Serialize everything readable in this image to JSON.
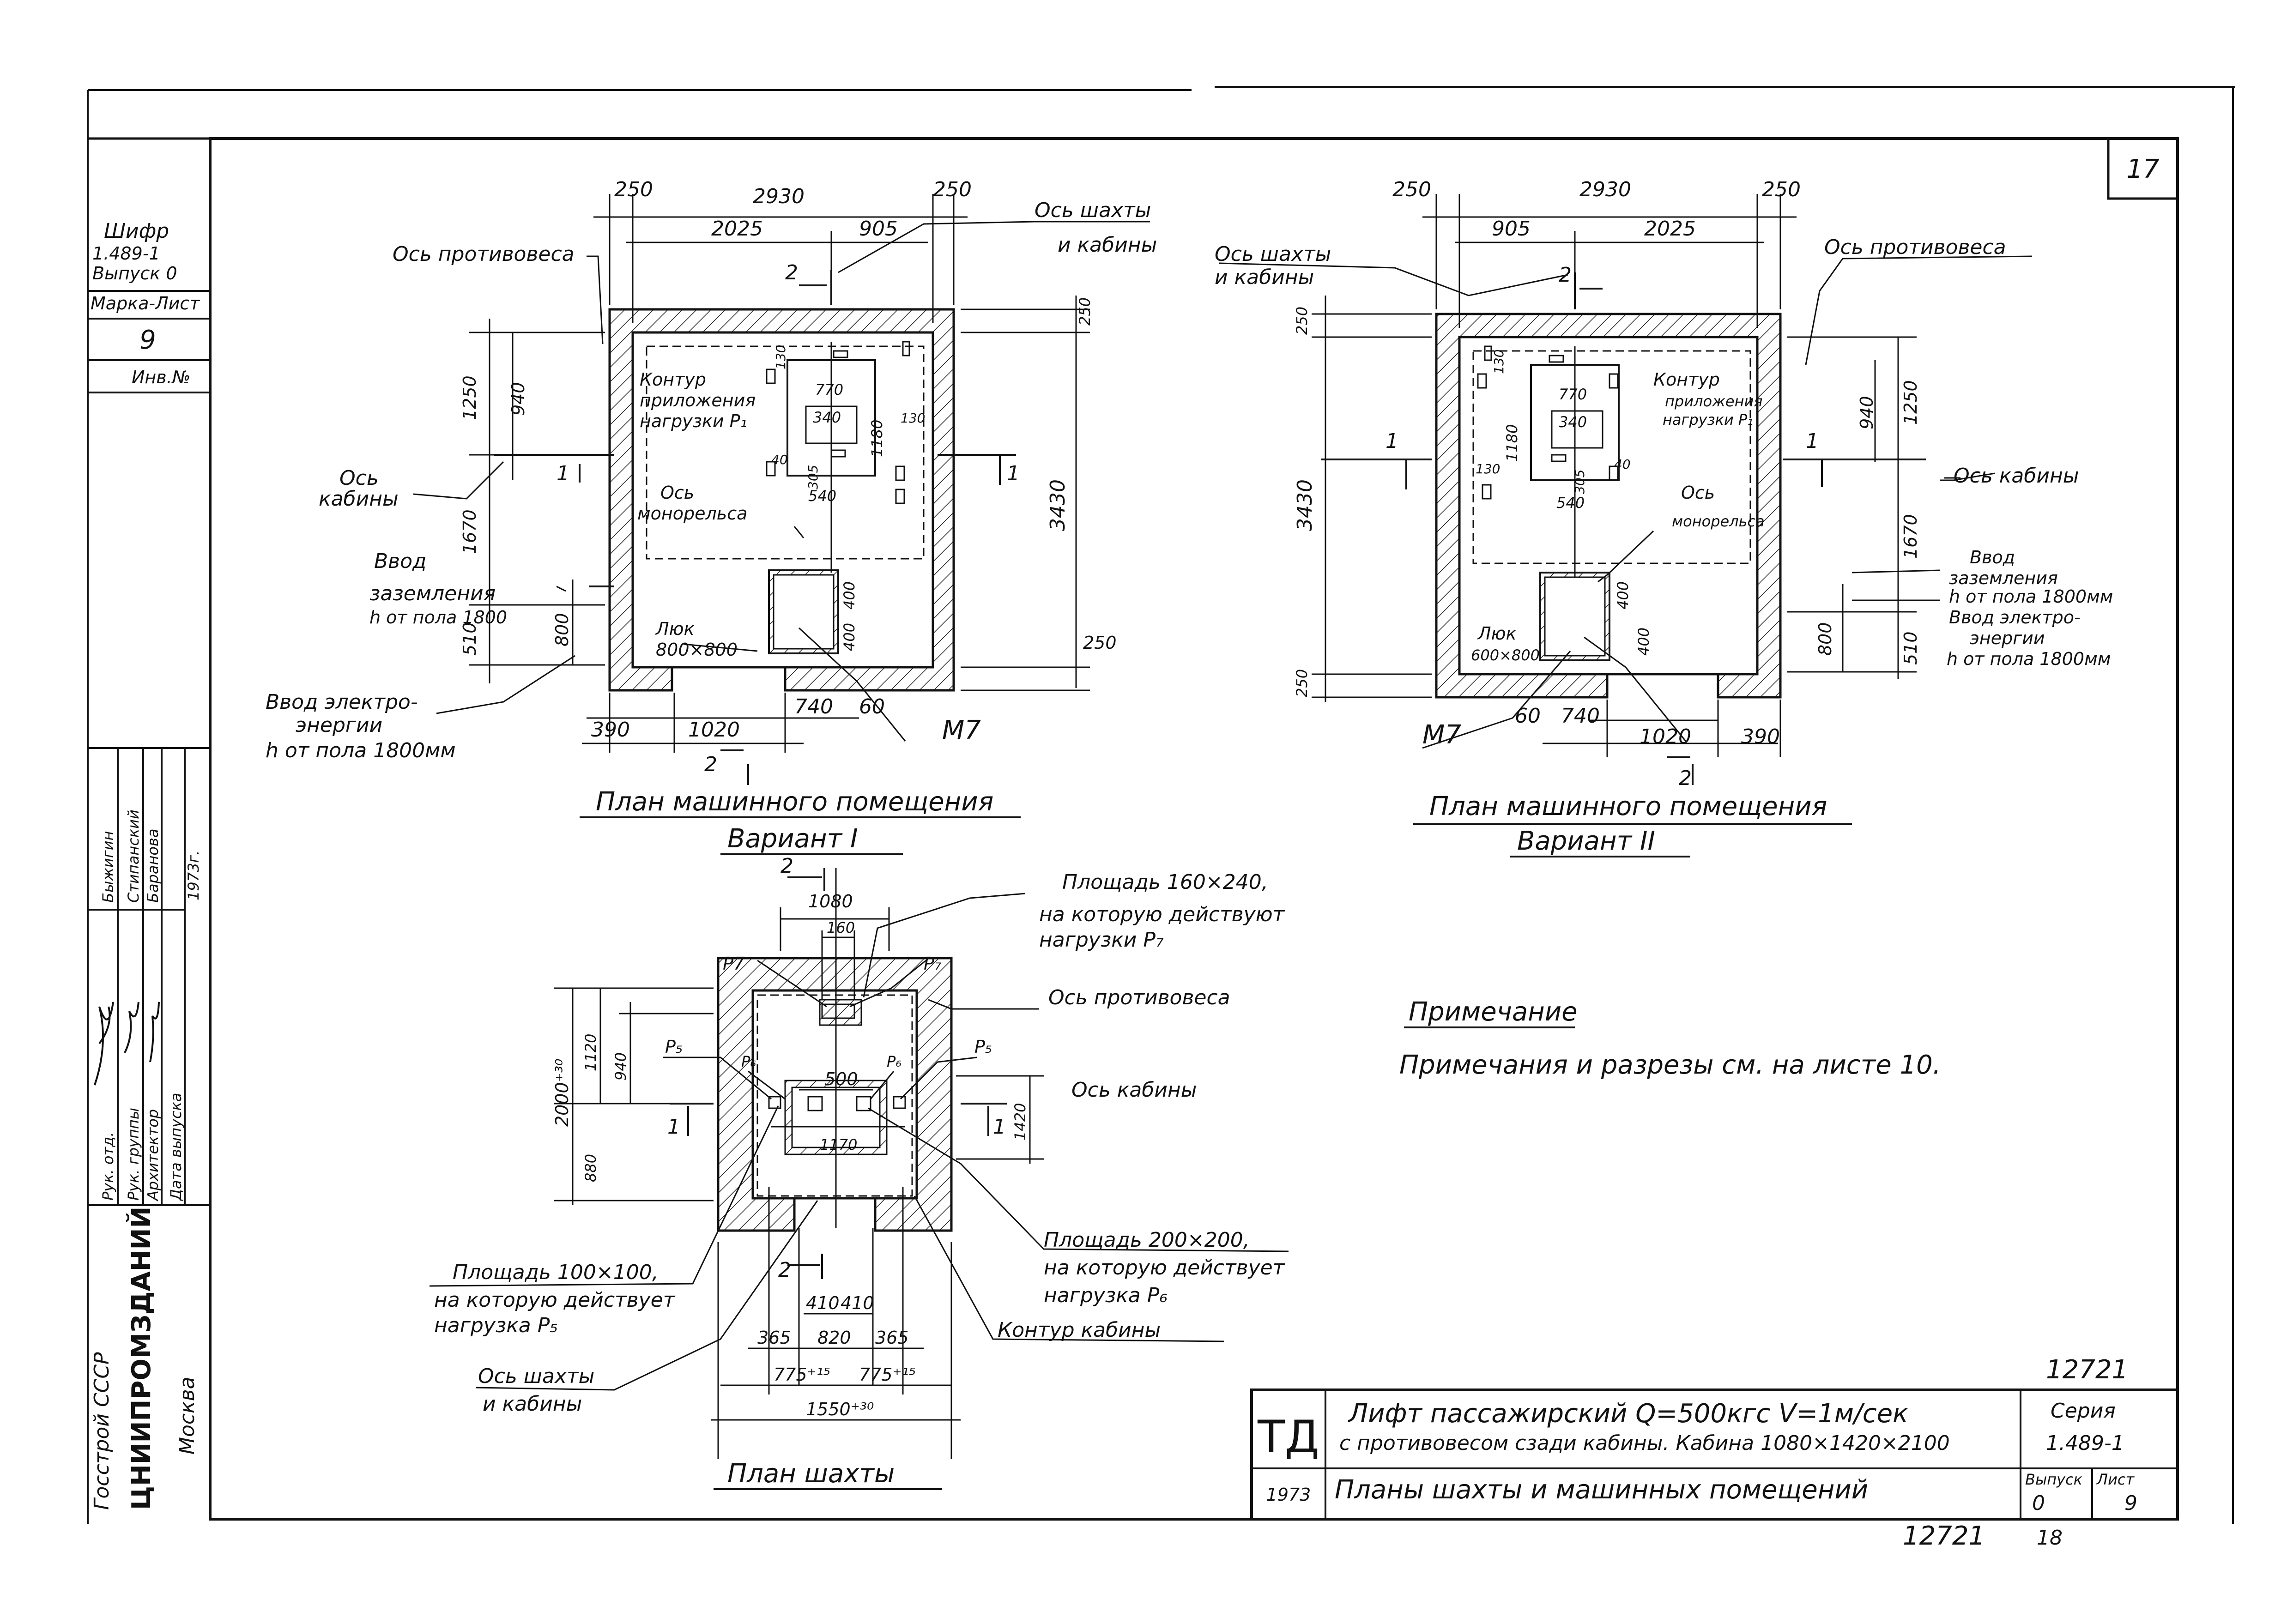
{
  "sheet": {
    "page_number": "17",
    "stamp_bottom_left": "12721",
    "stamp_bottom_right": "18",
    "stamp_title_top": "12721"
  },
  "side_block": {
    "shifr": "Шифр",
    "series": "1.489-1",
    "vypusk": "Выпуск 0",
    "marka_list": "Марка-Лист",
    "sheet_no": "9",
    "inv_no": "Инв.№",
    "roles": [
      "Рук. отд.",
      "Рук. группы",
      "Архитектор",
      "Дата выпуска"
    ],
    "names": [
      "Быжигин",
      "Стипанский",
      "Баранова"
    ],
    "year": "1973г.",
    "org_line1": "Госстрой СССР",
    "org_line2": "ЦНИИПРОМЗДАНИЙ",
    "org_city": "Москва"
  },
  "plan1": {
    "title": "План машинного помещения",
    "variant": "Вариант I",
    "dims_top": [
      "250",
      "2930",
      "250",
      "2025",
      "905"
    ],
    "dims_left": [
      "1250",
      "940",
      "1670",
      "510",
      "800"
    ],
    "dims_right": [
      "250",
      "3430",
      "250"
    ],
    "dims_inner": [
      "770",
      "1180",
      "340",
      "130",
      "130",
      "40",
      "305",
      "540",
      "400",
      "400"
    ],
    "dims_bottom": [
      "390",
      "1020",
      "740",
      "60"
    ],
    "labels": {
      "axis_counterweight": "Ось противовеса",
      "axis_shaft_1": "Ось шахты",
      "axis_shaft_2": "и кабины",
      "axis_cabin_1": "Ось",
      "axis_cabin_2": "кабины",
      "contour_1": "Контур",
      "contour_2": "приложения",
      "contour_3": "нагрузки P₁",
      "monorail_1": "Ось",
      "monorail_2": "монорельса",
      "ground_1": "Ввод",
      "ground_2": "заземления",
      "ground_3": "h от пола 1800",
      "hatch_1": "Люк",
      "hatch_2": "800×800",
      "power_1": "Ввод электро-",
      "power_2": "энергии",
      "power_3": "h от пола 1800мм",
      "m7": "М7",
      "sec2": "2",
      "sec1": "1"
    }
  },
  "plan2": {
    "title": "План машинного помещения",
    "variant": "Вариант II",
    "dims_top": [
      "250",
      "2930",
      "250",
      "905",
      "2025"
    ],
    "dims_left": [
      "250",
      "3430",
      "250"
    ],
    "dims_right": [
      "1250",
      "940",
      "1670",
      "510",
      "800"
    ],
    "dims_inner": [
      "770",
      "1180",
      "340",
      "130",
      "130",
      "40",
      "305",
      "540",
      "400",
      "400"
    ],
    "dims_bottom": [
      "60",
      "740",
      "1020",
      "390"
    ],
    "labels": {
      "axis_shaft_1": "Ось шахты",
      "axis_shaft_2": "и кабины",
      "axis_counterweight": "Ось противовеса",
      "contour_1": "Контур",
      "contour_2": "приложения",
      "contour_3": "нагрузки P₁",
      "monorail_1": "Ось",
      "monorail_2": "монорельса",
      "axis_cabin": "Ось кабины",
      "ground_1": "Ввод",
      "ground_2": "заземления",
      "ground_3": "h от пола 1800мм",
      "power_1": "Ввод электро-",
      "power_2": "энергии",
      "power_3": "h от пола 1800мм",
      "hatch_1": "Люк",
      "hatch_2": "600×800",
      "m7": "М7",
      "sec2": "2",
      "sec1": "1"
    }
  },
  "shaft": {
    "title": "План шахты",
    "dims_top": [
      "1080",
      "160"
    ],
    "dims_left": [
      "2000⁺³⁰",
      "1120",
      "940",
      "880"
    ],
    "dims_right": [
      "1420"
    ],
    "dims_inner": [
      "500",
      "1170"
    ],
    "dims_bottom": [
      "410",
      "410",
      "365",
      "820",
      "365",
      "775⁺¹⁵",
      "775⁺¹⁵",
      "1550⁺³⁰"
    ],
    "labels": {
      "p7a": "P7",
      "p7b": "P₇",
      "p5a": "P₅",
      "p6a": "P₆",
      "p6b": "P₆",
      "p5b": "P₅",
      "area160_1": "Площадь 160×240,",
      "area160_2": "на которую действуют",
      "area160_3": "нагрузки P₇",
      "axis_counterweight": "Ось противовеса",
      "axis_cabin": "Ось кабины",
      "area200_1": "Площадь 200×200,",
      "area200_2": "на которую действует",
      "area200_3": "нагрузка P₆",
      "contour_cabin": "Контур кабины",
      "area100_1": "Площадь 100×100,",
      "area100_2": "на которую действует",
      "area100_3": "нагрузка P₅",
      "axis_shaft_1": "Ось шахты",
      "axis_shaft_2": "и кабины",
      "sec2": "2",
      "sec1": "1"
    }
  },
  "note": {
    "heading": "Примечание",
    "text": "Примечания и разрезы см. на листе 10."
  },
  "title_block": {
    "logo": "ТД",
    "year": "1973",
    "title_line1": "Лифт пассажирский Q=500кгс V=1м/сек",
    "title_line2": "с противовесом сзади кабины. Кабина 1080×1420×2100",
    "subtitle": "Планы шахты и машинных помещений",
    "series_label": "Серия",
    "series_value": "1.489-1",
    "vypusk_label": "Выпуск",
    "vypusk_value": "0",
    "list_label": "Лист",
    "list_value": "9"
  }
}
